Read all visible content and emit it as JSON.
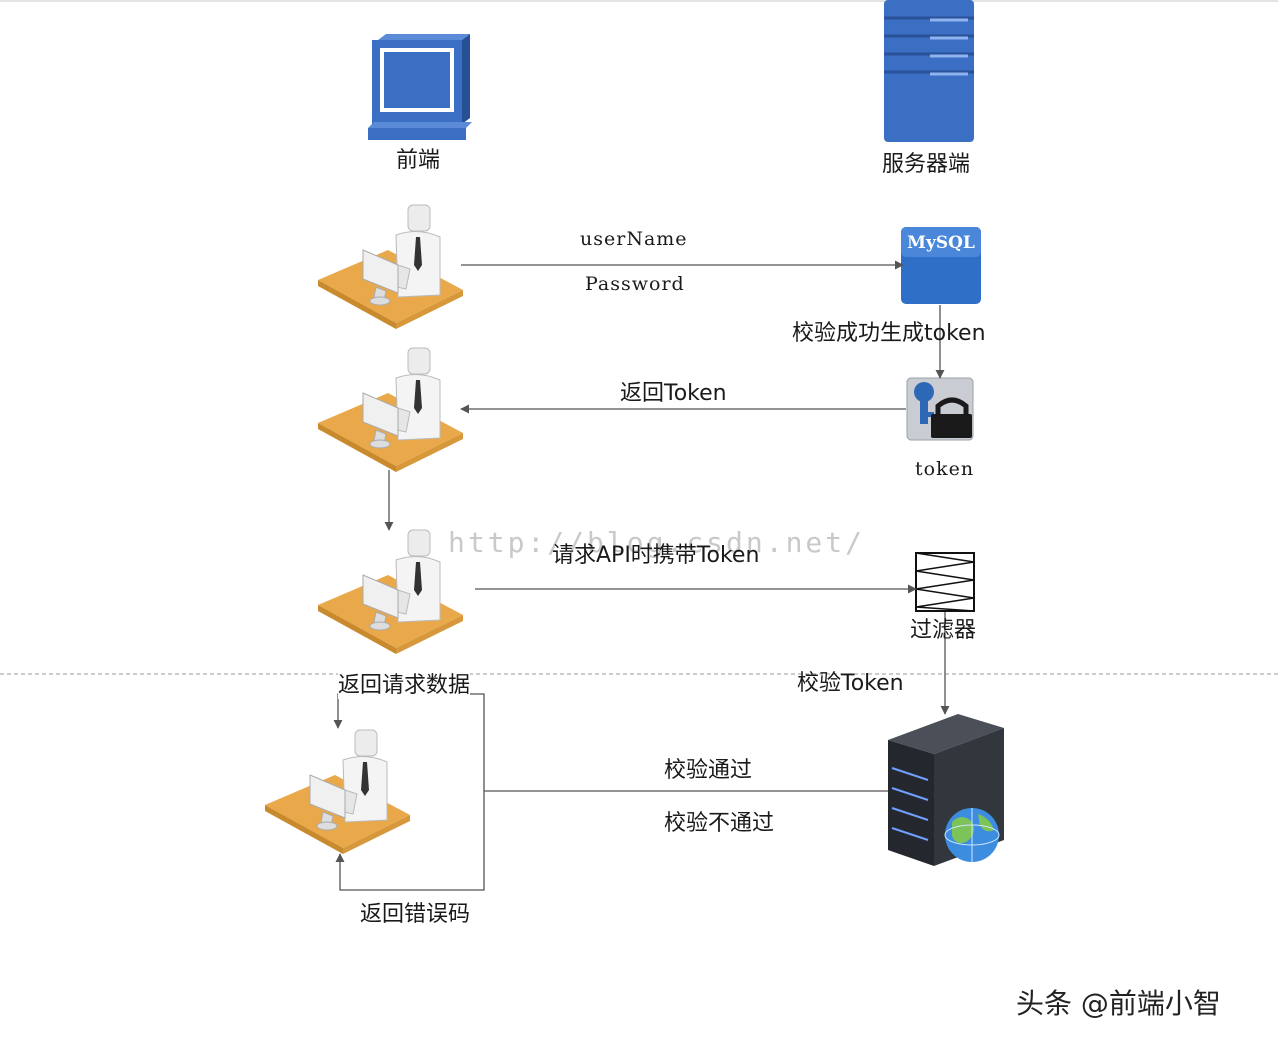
{
  "nodes": {
    "frontend": "前端",
    "server": "服务器端",
    "mysql_logo": "MySQL",
    "token_icon": "token",
    "filter": "过滤器"
  },
  "edges": {
    "username": "userName",
    "password": "Password",
    "verify_generate": "校验成功生成token",
    "return_token": "返回Token",
    "request_api": "请求API时携带Token",
    "verify_token": "校验Token",
    "return_data": "返回请求数据",
    "verify_pass": "校验通过",
    "verify_fail": "校验不通过",
    "return_error": "返回错误码"
  },
  "watermark": "http://blog.csdn.net/",
  "credit": "头条 @前端小智",
  "colors": {
    "blue": "#3a6fc4",
    "desk": "#e8a94a",
    "line": "#555555",
    "dark_server": "#2b2f36"
  }
}
